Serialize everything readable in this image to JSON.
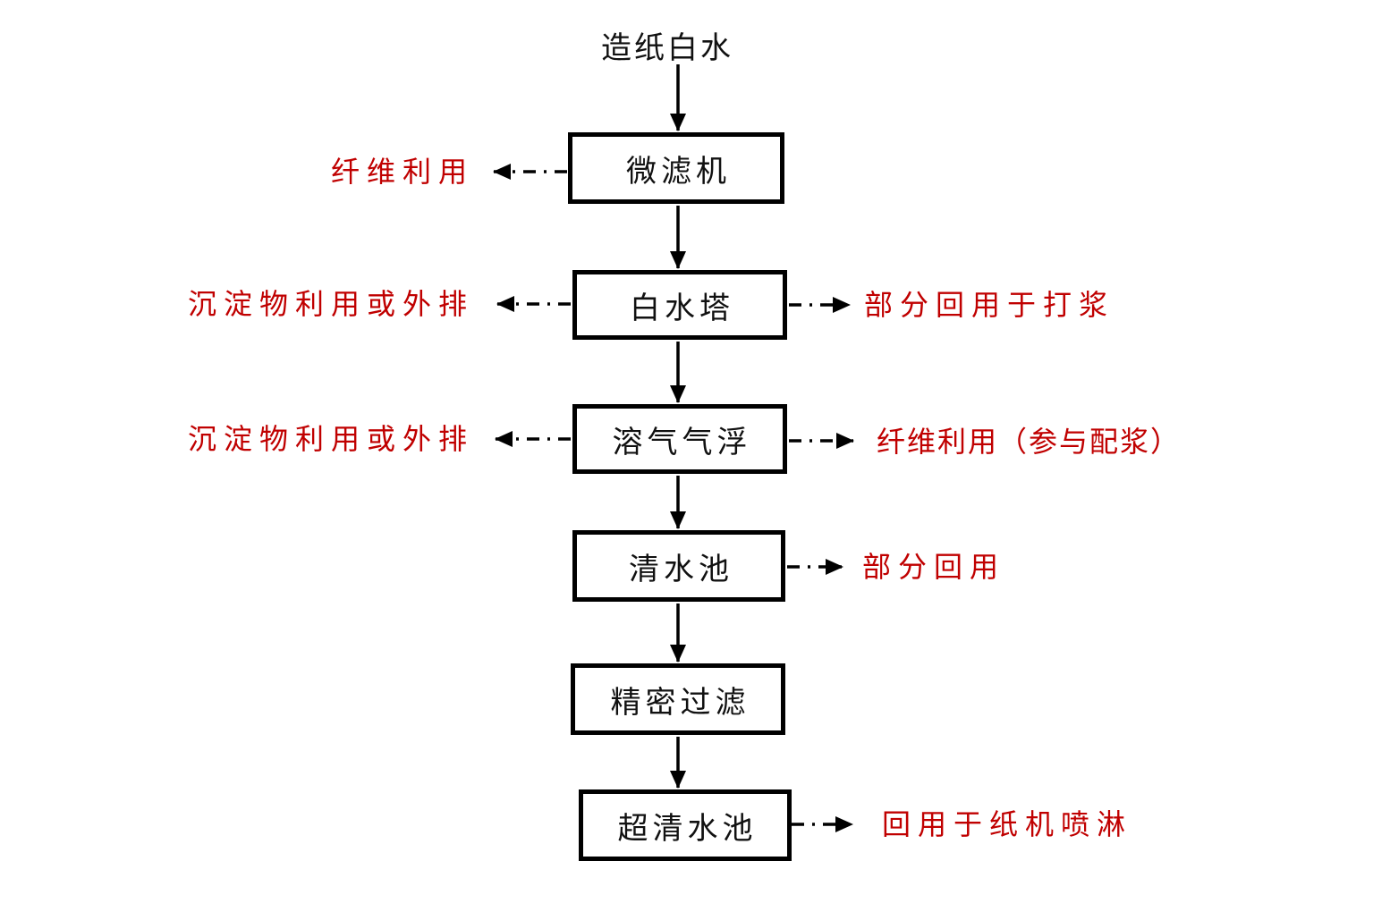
{
  "diagram": {
    "title": "造纸白水",
    "nodes": [
      {
        "id": "microfilter",
        "label": "微滤机"
      },
      {
        "id": "white-water-tower",
        "label": "白水塔"
      },
      {
        "id": "dissolved-air-flotation",
        "label": "溶气气浮"
      },
      {
        "id": "clear-water-tank",
        "label": "清水池"
      },
      {
        "id": "precision-filtration",
        "label": "精密过滤"
      },
      {
        "id": "ultra-clear-water-tank",
        "label": "超清水池"
      }
    ],
    "side_labels": [
      {
        "text": "纤维利用",
        "side": "left",
        "from_node": "微滤机"
      },
      {
        "text": "沉淀物利用或外排",
        "side": "left",
        "from_node": "白水塔"
      },
      {
        "text": "部分回用于打浆",
        "side": "right",
        "from_node": "白水塔"
      },
      {
        "text": "沉淀物利用或外排",
        "side": "left",
        "from_node": "溶气气浮"
      },
      {
        "text": "纤维利用（参与配浆）",
        "side": "right",
        "from_node": "溶气气浮"
      },
      {
        "text": "部分回用",
        "side": "right",
        "from_node": "清水池"
      },
      {
        "text": "回用于纸机喷淋",
        "side": "right",
        "from_node": "超清水池"
      }
    ],
    "colors": {
      "background": "#ffffff",
      "box_border": "#000000",
      "box_text": "#111111",
      "side_label_text": "#c00000"
    }
  }
}
